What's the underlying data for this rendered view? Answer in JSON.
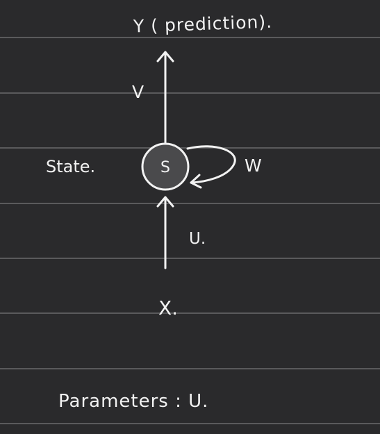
{
  "diagram": {
    "output_label": "Y ( prediction).",
    "output_weight_label": "V",
    "state_label": "State.",
    "state_node_label": "S",
    "recurrent_weight_label": "W",
    "input_weight_label": "U.",
    "input_label": "X.",
    "parameters_label": "Parameters : U."
  },
  "colors": {
    "background": "#2a2a2c",
    "ink": "#f2f2f2",
    "rule": "#5a5a5c",
    "node_fill": "#4a4a4c"
  }
}
